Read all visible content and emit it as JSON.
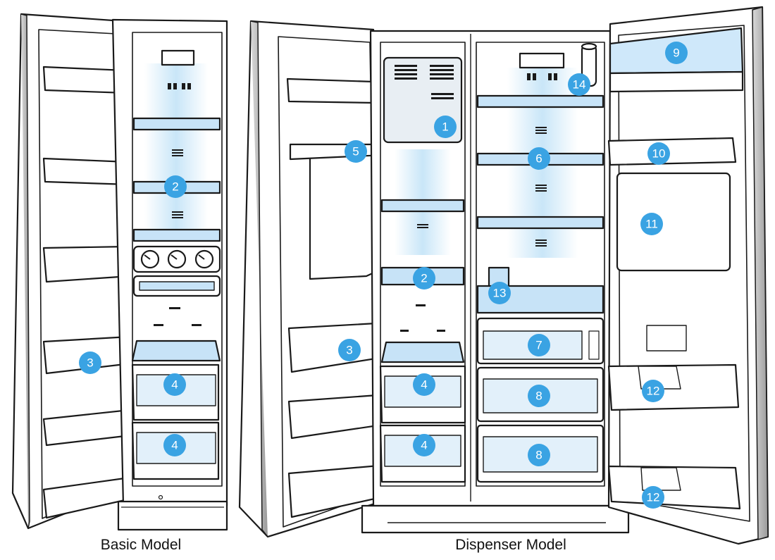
{
  "captions": {
    "basic": "Basic Model",
    "dispenser": "Dispenser Model"
  },
  "callouts": {
    "basic_2": "2",
    "basic_3": "3",
    "basic_4a": "4",
    "basic_4b": "4",
    "disp_1": "1",
    "disp_2": "2",
    "disp_3": "3",
    "disp_4a": "4",
    "disp_4b": "4",
    "disp_5": "5",
    "disp_6": "6",
    "disp_7": "7",
    "disp_8a": "8",
    "disp_8b": "8",
    "disp_9": "9",
    "disp_10": "10",
    "disp_11": "11",
    "disp_12a": "12",
    "disp_12b": "12",
    "disp_13": "13",
    "disp_14": "14"
  },
  "colors": {
    "callout": "#3aa3e3",
    "glass": "#c7e3f7",
    "outline": "#1a1a1a",
    "cabinet": "#ffffff"
  }
}
